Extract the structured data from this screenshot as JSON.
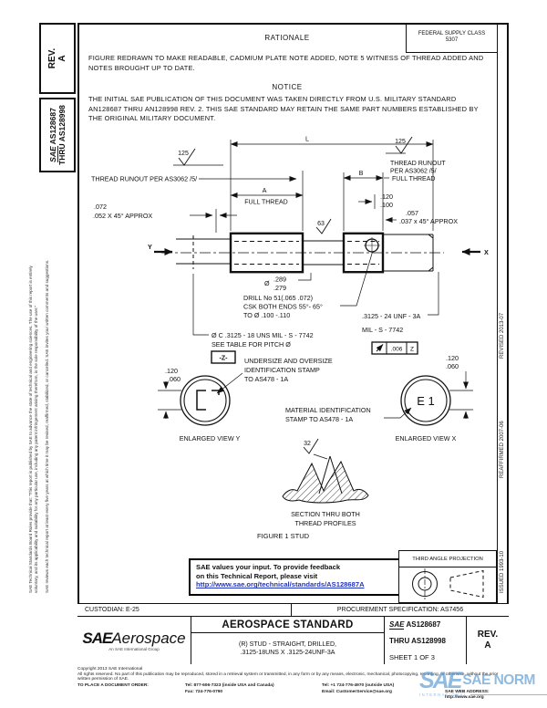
{
  "sidebar": {
    "rev_label": "REV.",
    "rev_value": "A",
    "sae": "SAE",
    "doc_number": "AS128687",
    "doc_thru": "THRU AS128998",
    "disclaimer_1": "SAE Technical Standards Board Rules provide that: “This report is published by SAE to advance the state of technical and engineering sciences. The use of this report is entirely",
    "disclaimer_2": "voluntary, and its applicability and suitability for any particular use, including any patent infringement arising therefrom, is the sole responsibility of the user.”",
    "disclaimer_3": "SAE reviews each technical report at least every five years at which time it may be revised, reaffirmed, stabilized, or cancelled. SAE invites your written comments and suggestions."
  },
  "header": {
    "rationale_title": "RATIONALE",
    "rationale_text": "FIGURE REDRAWN TO MAKE READABLE, CADMIUM PLATE NOTE ADDED, NOTE 5 WITNESS OF THREAD ADDED AND NOTES BROUGHT UP TO DATE.",
    "supply_class_line1": "FEDERAL SUPPLY CLASS",
    "supply_class_line2": "5307",
    "notice_title": "NOTICE",
    "notice_text": "THE INITIAL SAE PUBLICATION OF THIS DOCUMENT WAS TAKEN DIRECTLY FROM U.S. MILITARY STANDARD AN128687 THRU AN128998 REV. 2. THIS SAE STANDARD MAY RETAIN THE SAME PART NUMBERS ESTABLISHED BY THE ORIGINAL MILITARY DOCUMENT."
  },
  "drawing": {
    "dim_l": "L",
    "finish_125_left": "125",
    "finish_125_right": "125",
    "finish_63": "63",
    "finish_32": "32",
    "runout_left": "THREAD RUNOUT PER AS3062 /5/",
    "runout_right_1": "THREAD RUNOUT",
    "runout_right_2": "PER AS3062 /5/",
    "dim_a": "A",
    "full_thread_left": "FULL THREAD",
    "dim_b": "B",
    "full_thread_right": "FULL THREAD",
    "chamfer_left_1": ".072",
    "chamfer_left_2": ".052 X 45° APPROX",
    "dim_120_100_1": ".120",
    "dim_120_100_2": ".100",
    "chamfer_right_1": ".057",
    "chamfer_right_2": ".037 x 45° APPROX",
    "view_y": "Y",
    "view_x": "X",
    "undercut_dia_sym": "Ø",
    "undercut_dia_1": ".289",
    "undercut_dia_2": ".279",
    "drill_1": "DRILL No 51(.065 .072)",
    "drill_2": "CSK BOTH ENDS 55°- 65°",
    "drill_3": "TO Ø .100 -.110",
    "pitch_1": "Ø C .3125 - 18 UNS MIL - S - 7742",
    "pitch_2": "SEE TABLE FOR PITCH Ø",
    "datum_z": "-Z-",
    "thread_right_1": ".3125 - 24 UNF - 3A",
    "thread_right_2": "MIL - S - 7742",
    "fcf_tol": ".006",
    "fcf_datum": "Z",
    "stamp_y_dim_1": ".120",
    "stamp_y_dim_2": ".060",
    "stamp_x_dim_1": ".120",
    "stamp_x_dim_2": ".060",
    "undersize_1": "UNDERSIZE AND OVERSIZE",
    "undersize_2": "IDENTIFICATION STAMP",
    "undersize_3": "TO AS478 - 1A",
    "enlarged_y": "ENLARGED VIEW Y",
    "stamp_mark_x": "E 1",
    "material_1": "MATERIAL IDENTIFICATION",
    "material_2": "STAMP TO AS478 - 1A",
    "enlarged_x": "ENLARGED VIEW X",
    "section_1": "SECTION THRU BOTH",
    "section_2": "THREAD PROFILES",
    "figure_caption": "FIGURE 1   STUD"
  },
  "revision_strip": {
    "revised": "REVISED 2013-07",
    "reaffirmed": "REAFFIRMED 2007-06",
    "issued": "ISSUED 1993-10"
  },
  "feedback": {
    "line1": "SAE values your input. To provide feedback",
    "line2": "on this Technical Report, please visit",
    "link": "http://www.sae.org/technical/standards/AS128687A"
  },
  "projection": {
    "title": "THIRD ANGLE PROJECTION"
  },
  "info_row": {
    "custodian": "CUSTODIAN: E-25",
    "procurement": "PROCUREMENT SPECIFICATION: AS7456"
  },
  "title_block": {
    "sae": "SAE",
    "aerospace": "Aerospace",
    "group": "An SAE International Group",
    "doc_type": "AEROSPACE STANDARD",
    "title_1": "(R) STUD - STRAIGHT, DRILLED,",
    "title_2": ".3125-18UNS X .3125-24UNF-3A",
    "doc_sae": "SAE",
    "doc_number": "AS128687",
    "doc_thru": "THRU AS128998",
    "sheet": "SHEET 1 OF 3",
    "rev_label": "REV.",
    "rev_value": "A"
  },
  "footer": {
    "copyright": "Copyright 2013 SAE International",
    "rights": "All rights reserved. No part of this publication may be reproduced, stored in a retrieval system or transmitted, in any form or by any means, electronic, mechanical, photocopying, recording, or otherwise, without the prior written permission of SAE.",
    "order_label": "TO PLACE A DOCUMENT ORDER:",
    "tel_inside": "Tel: 877-606-7323 (inside USA and Canada)",
    "tel_outside": "Tel: +1 724-776-4970 (outside USA)",
    "fax": "Fax: 724-776-0790",
    "email": "Email: CustomerService@sae.org",
    "web": "SAE WEB ADDRESS: http://www.sae.org"
  },
  "watermark": {
    "logo": "SAE",
    "text": "SAE NORM",
    "sub": "INTERNATIONAL",
    "color": "#5d9bd3"
  }
}
